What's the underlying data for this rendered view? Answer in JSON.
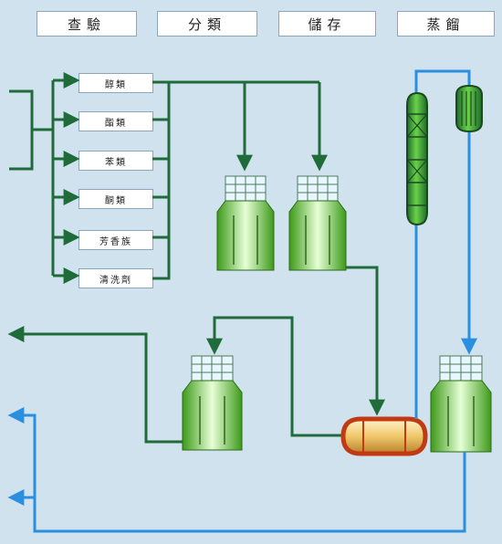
{
  "headers": [
    "查驗",
    "分類",
    "儲存",
    "蒸餾"
  ],
  "categories": [
    "醇類",
    "酯類",
    "苯類",
    "酮類",
    "芳香族",
    "清洗劑"
  ],
  "colors": {
    "background": "#cfe2ee",
    "flow_green": "#1f6b3a",
    "flow_blue": "#2b8fe0",
    "tank_green": "#5dbf2a",
    "vessel_orange": "#e0a54a"
  }
}
